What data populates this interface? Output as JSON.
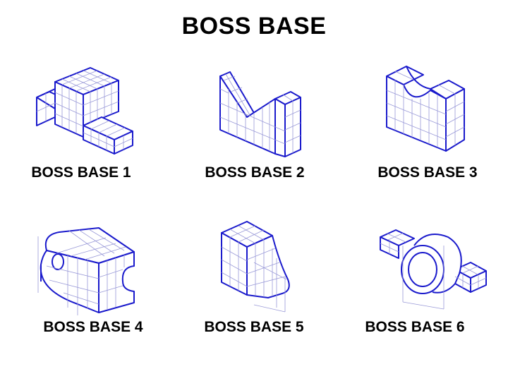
{
  "title": "BOSS BASE",
  "figures": [
    {
      "label": "BOSS BASE 1"
    },
    {
      "label": "BOSS BASE 2"
    },
    {
      "label": "BOSS BASE 3"
    },
    {
      "label": "BOSS BASE 4"
    },
    {
      "label": "BOSS BASE 5"
    },
    {
      "label": "BOSS BASE 6"
    }
  ],
  "colors": {
    "line": "#1a1acc",
    "grid": "#9a9ad8",
    "background": "#ffffff"
  }
}
